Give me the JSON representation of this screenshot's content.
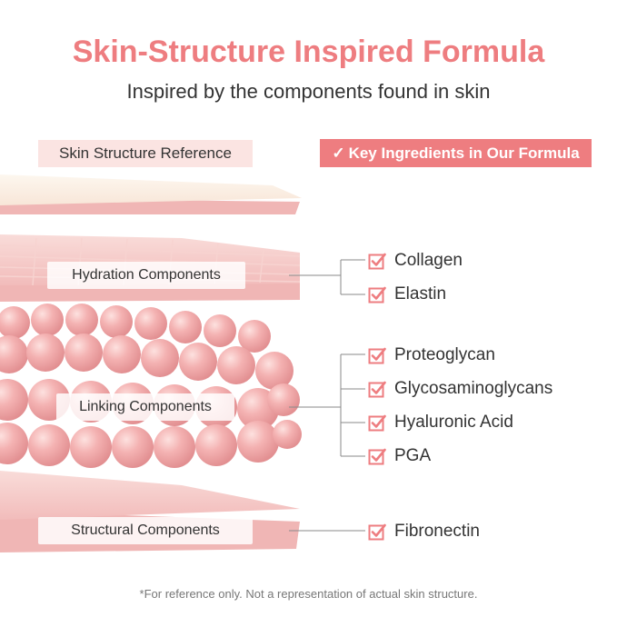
{
  "header": {
    "title": "Skin-Structure Inspired Formula",
    "subtitle": "Inspired by the components found in skin"
  },
  "tags": {
    "reference": "Skin Structure Reference",
    "key_check": "✓",
    "key_ingredients": "Key Ingredients in Our Formula"
  },
  "layers": {
    "hydration": "Hydration Components",
    "linking": "Linking Components",
    "structural": "Structural Components"
  },
  "ingredients": {
    "hydration": [
      "Collagen",
      "Elastin"
    ],
    "linking": [
      "Proteoglycan",
      "Glycosaminoglycans",
      "Hyaluronic Acid",
      "PGA"
    ],
    "structural": [
      "Fibronectin"
    ]
  },
  "colors": {
    "accent": "#ee7d80",
    "tag_bg": "#fbe4e2",
    "sphere": "#f2a8aa",
    "layer_pink": "#f6c9c7",
    "top_sheet": "#fbeee2"
  },
  "footnote": "*For reference only. Not a representation of actual skin structure."
}
